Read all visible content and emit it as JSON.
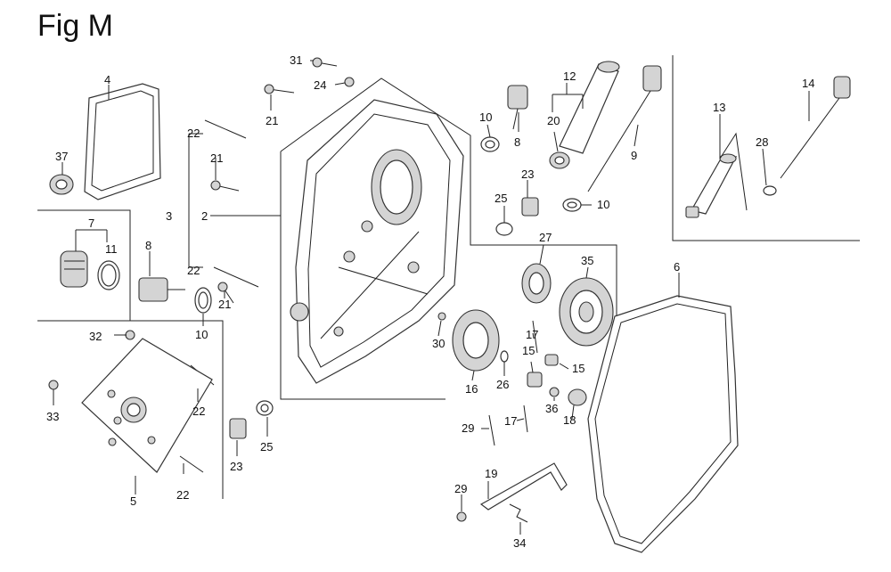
{
  "title": "Fig M",
  "callouts": [
    "2",
    "3",
    "4",
    "5",
    "6",
    "7",
    "8",
    "8",
    "9",
    "10",
    "10",
    "10",
    "11",
    "12",
    "13",
    "14",
    "15",
    "15",
    "16",
    "17",
    "17",
    "18",
    "19",
    "20",
    "21",
    "21",
    "21",
    "22",
    "22",
    "22",
    "22",
    "23",
    "23",
    "24",
    "25",
    "25",
    "26",
    "27",
    "28",
    "29",
    "29",
    "30",
    "31",
    "32",
    "33",
    "34",
    "35",
    "36",
    "37"
  ]
}
